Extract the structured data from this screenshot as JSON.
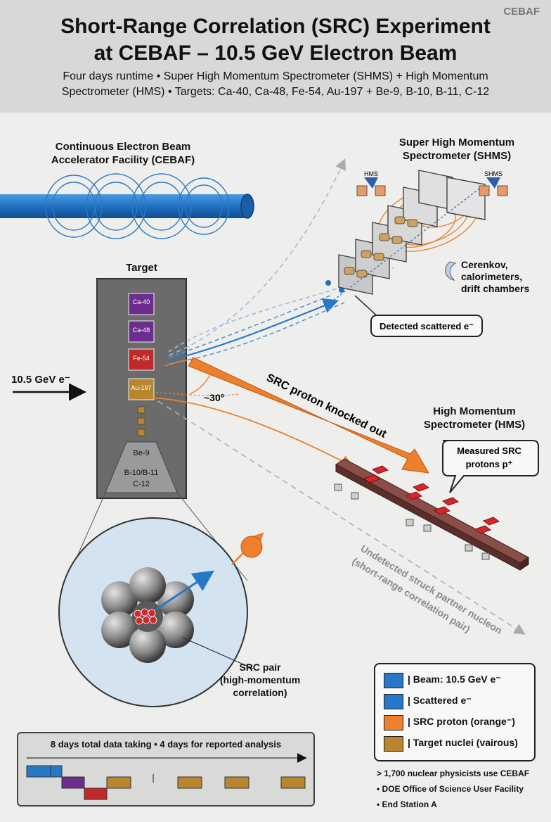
{
  "header": {
    "brand": "CEBAF",
    "title_line1": "Short-Range Correlation (SRC) Experiment",
    "title_line2": "at CEBAF – 10.5 GeV Electron Beam",
    "subtitle_line1": "Four days runtime • Super High Momentum Spectrometer (SHMS) + High Momentum",
    "subtitle_line2": "Spectrometer (HMS) • Targets: Ca-40, Ca-48, Fe-54, Au-197 + Be-9, B-10, B-11, C-12"
  },
  "accelerator": {
    "label_line1": "Continuous Electron Beam",
    "label_line2": "Accelerator Facility (CEBAF)"
  },
  "beam": {
    "label": "10.5 GeV e⁻"
  },
  "target": {
    "title": "Target",
    "foils": [
      {
        "label": "Ca-40",
        "color": "#6d2d8f"
      },
      {
        "label": "Ca-48",
        "color": "#6d2d8f"
      },
      {
        "label": "Fe-54",
        "color": "#c0282a"
      },
      {
        "label": "Au-197",
        "color": "#b8862e"
      }
    ],
    "light_1": "Be-9",
    "light_2": "B-10/B-11",
    "light_3": "C-12"
  },
  "angle": {
    "label": "~30°"
  },
  "shms": {
    "title_line1": "Super High Momentum",
    "title_line2": "Spectrometer (SHMS)",
    "icon_label_left": "HMS",
    "icon_label_right": "SHMS",
    "detectors_line1": "Cerenkov,",
    "detectors_line2": "calorimeters,",
    "detectors_line3": "drift chambers",
    "callout": "Detected scattered e⁻"
  },
  "src_arrow": {
    "label": "SRC proton knocked out"
  },
  "hms": {
    "title_line1": "High Momentum",
    "title_line2": "Spectrometer (HMS)",
    "callout_line1": "Measured SRC",
    "callout_line2": "protons p⁺"
  },
  "partner": {
    "label_line1": "Undetected struck partner nucleon",
    "label_line2": "(short-range correlation pair)"
  },
  "nucleus": {
    "label_line1": "SRC pair",
    "label_line2": "(high-momentum",
    "label_line3": "correlation)"
  },
  "legend": [
    {
      "label": "| Beam: 10.5 GeV e⁻",
      "color": "#2878c8"
    },
    {
      "label": "| Scattered e⁻",
      "color": "#2878c8"
    },
    {
      "label": "| SRC proton (orange⁻)",
      "color": "#ee7f2d"
    },
    {
      "label": "| Target nuclei (vairous)",
      "color": "#b8862e"
    }
  ],
  "facts": [
    "> 1,700 nuclear physicists use CEBAF",
    "• DOE Office of Science User Facility",
    "• End Station A"
  ],
  "timeline": {
    "title": "8 days total data taking • 4 days for reported analysis"
  },
  "colors": {
    "beam": "#2878c8",
    "proton": "#ee7f2d",
    "calcium": "#6d2d8f",
    "iron": "#c0282a",
    "gold": "#b8862e",
    "hms_body": "#6a3a36"
  }
}
